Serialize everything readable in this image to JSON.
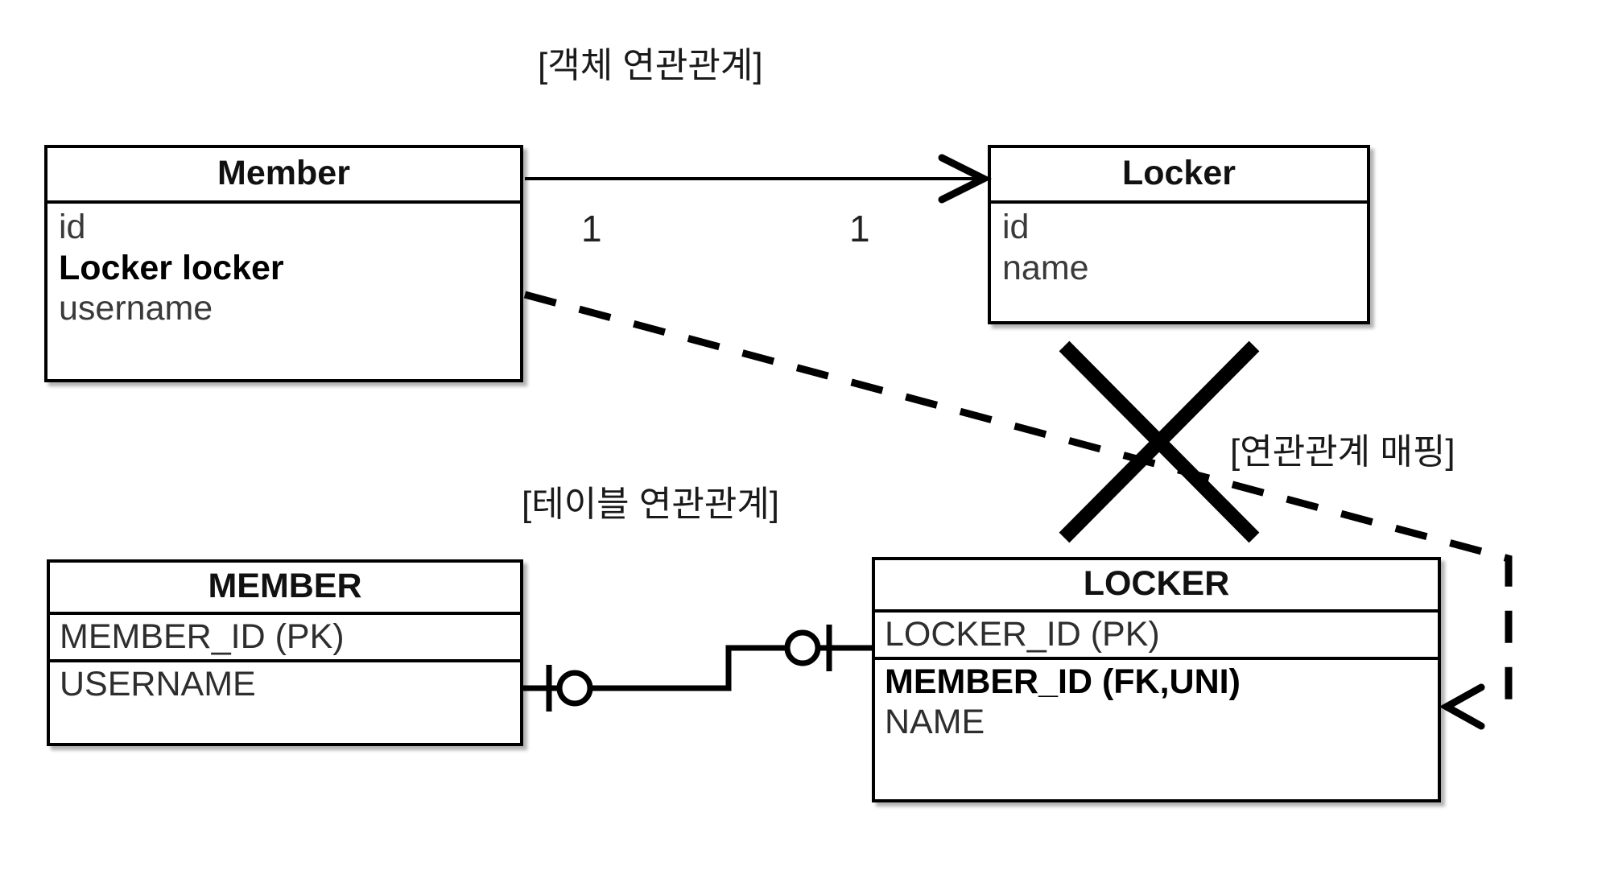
{
  "captions": {
    "object_relation": "[객체 연관관계]",
    "table_relation": "[테이블 연관관계]",
    "relation_mapping": "[연관관계 매핑]"
  },
  "object_model": {
    "member": {
      "title": "Member",
      "attributes": [
        {
          "text": "id",
          "bold": false
        },
        {
          "text": "Locker locker",
          "bold": true
        },
        {
          "text": "username",
          "bold": false
        }
      ]
    },
    "locker": {
      "title": "Locker",
      "attributes": [
        {
          "text": "id",
          "bold": false
        },
        {
          "text": "name",
          "bold": false
        }
      ]
    },
    "cardinality": {
      "source": "1",
      "target": "1"
    }
  },
  "table_model": {
    "member_table": {
      "title": "MEMBER",
      "rows": [
        {
          "text": "MEMBER_ID (PK)",
          "bold": false
        },
        {
          "text": "USERNAME",
          "bold": false
        }
      ]
    },
    "locker_table": {
      "title": "LOCKER",
      "rows": [
        {
          "text": "LOCKER_ID (PK)",
          "bold": false
        },
        {
          "text": "MEMBER_ID (FK,UNI)",
          "bold": true
        },
        {
          "text": "NAME",
          "bold": false
        }
      ]
    }
  },
  "colors": {
    "stroke": "#000000",
    "text": "#2e2e2e",
    "background": "#ffffff"
  }
}
